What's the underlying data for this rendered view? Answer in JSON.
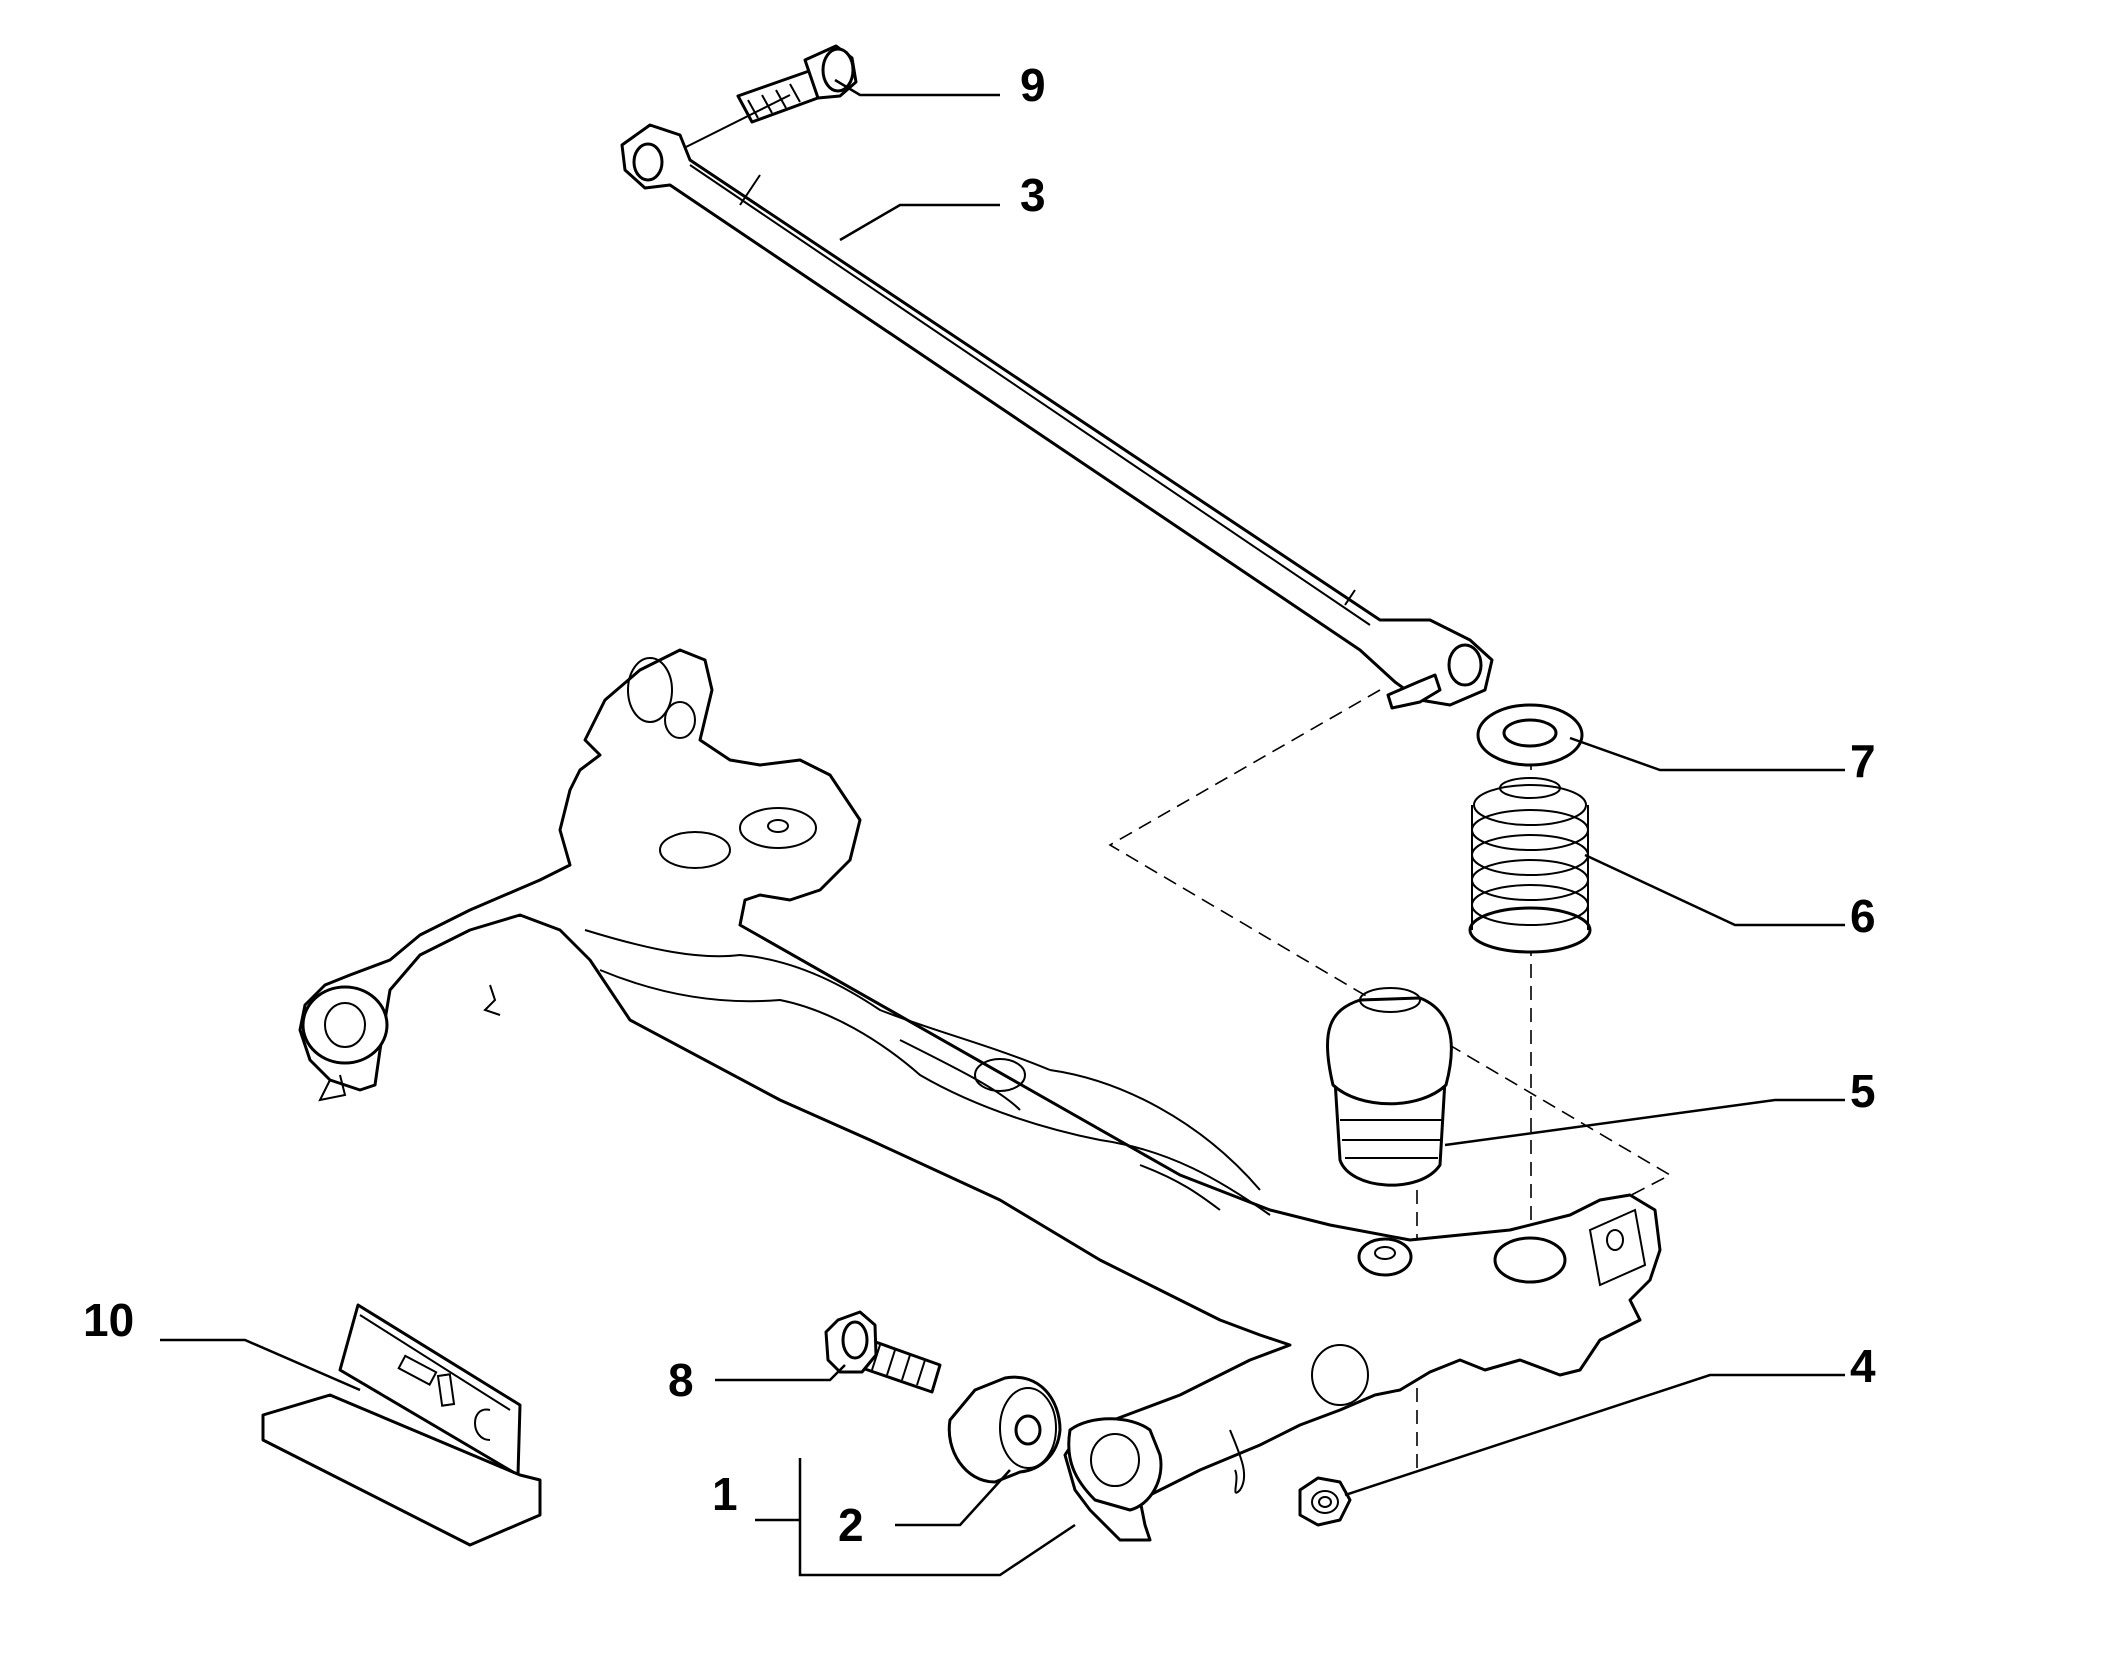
{
  "diagram": {
    "callouts": [
      {
        "id": "9",
        "label": "9"
      },
      {
        "id": "3",
        "label": "3"
      },
      {
        "id": "7",
        "label": "7"
      },
      {
        "id": "6",
        "label": "6"
      },
      {
        "id": "5",
        "label": "5"
      },
      {
        "id": "4",
        "label": "4"
      },
      {
        "id": "10",
        "label": "10"
      },
      {
        "id": "8",
        "label": "8"
      },
      {
        "id": "1",
        "label": "1"
      },
      {
        "id": "2",
        "label": "2"
      }
    ],
    "parts": [
      {
        "name": "rear-axle-beam",
        "callout": "1"
      },
      {
        "name": "bushing",
        "callout": "2"
      },
      {
        "name": "panhard-rod",
        "callout": "3"
      },
      {
        "name": "nut",
        "callout": "4"
      },
      {
        "name": "bump-stop",
        "callout": "5"
      },
      {
        "name": "coil-spring",
        "callout": "6"
      },
      {
        "name": "spring-seat",
        "callout": "7"
      },
      {
        "name": "bolt",
        "callout": "8"
      },
      {
        "name": "rod-bolt",
        "callout": "9"
      },
      {
        "name": "heat-shield-bracket",
        "callout": "10"
      }
    ],
    "colors": {
      "line": "#000000",
      "background": "#ffffff"
    }
  }
}
